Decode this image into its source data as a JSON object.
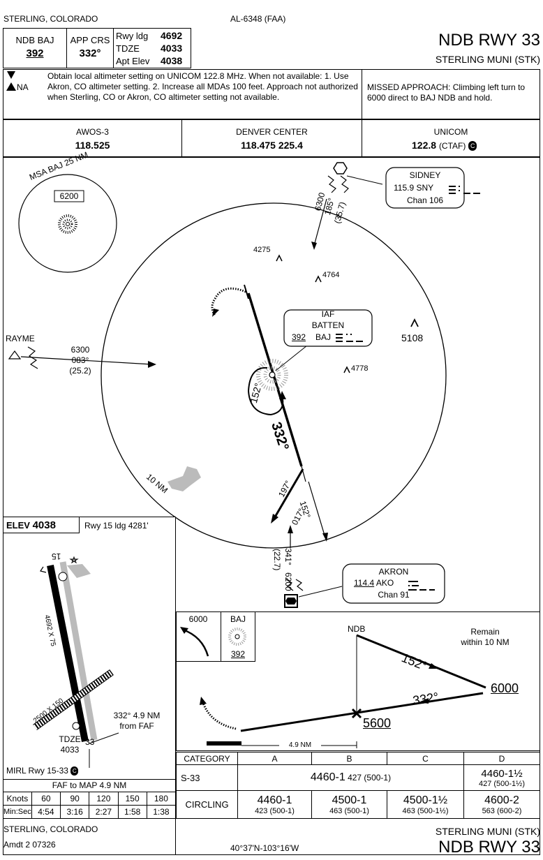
{
  "header": {
    "city_left": "STERLING, COLORADO",
    "procedure_id": "AL-6348 (FAA)",
    "ndb_label": "NDB  BAJ",
    "ndb_freq": "392",
    "app_crs_label": "APP CRS",
    "app_crs": "332°",
    "rwy_ldg_label": "Rwy ldg",
    "rwy_ldg": "4692",
    "tdze_label": "TDZE",
    "tdze": "4033",
    "apt_elev_label": "Apt Elev",
    "apt_elev": "4038",
    "title": "NDB RWY 33",
    "airport": "STERLING MUNI (STK)"
  },
  "notes": {
    "na_label": "NA",
    "text": "Obtain local altimeter setting on UNICOM 122.8 MHz.  When not available: 1. Use Akron, CO altimeter setting.  2. Increase all MDAs 100 feet. Approach not authorized when Sterling, CO or Akron, CO altimeter setting not available.",
    "missed": "MISSED APPROACH: Climbing left turn to 6000 direct to BAJ NDB and hold."
  },
  "comms": [
    {
      "name": "AWOS-3",
      "freq": "118.525"
    },
    {
      "name": "DENVER CENTER",
      "freq": "118.475  225.4"
    },
    {
      "name": "UNICOM",
      "freq": "122.8",
      "suffix": "(CTAF)"
    }
  ],
  "plan": {
    "msa_label": "MSA BAJ 25 NM",
    "msa_alt": "6200",
    "sidney_name": "SIDNEY",
    "sidney_line": "115.9  SNY",
    "sidney_chan": "Chan 106",
    "sidney_alt": "6300",
    "sidney_crs": "185°",
    "sidney_dist": "(35.7)",
    "obst_4275": "4275",
    "obst_4764": "4764",
    "obst_5108": "5108",
    "obst_4778": "4778",
    "iaf_label": "IAF",
    "iaf_name": "BATTEN",
    "iaf_freq": "392",
    "iaf_id": "BAJ",
    "rayme_name": "RAYME",
    "rayme_alt": "6300",
    "rayme_crs": "083°",
    "rayme_dist": "(25.2)",
    "hold_crs": "152°",
    "final_crs": "332°",
    "ring_label": "10 NM",
    "crs_197": "197°",
    "crs_017": "017°",
    "crs_152b": "152°",
    "akron_alt": "6200",
    "akron_crs": "341°",
    "akron_dist": "(22.7)",
    "akron_name": "AKRON",
    "akron_freq": "114.4",
    "akron_id": "AKO",
    "akron_chan": "Chan 91"
  },
  "airport_diagram": {
    "elev_label": "ELEV",
    "elev": "4038",
    "rwy15": "Rwy 15 ldg 4281'",
    "rwy_dims": "4692 X 75",
    "xrwy_dims": "2500 X 150",
    "rwy_end_15": "15",
    "rwy_end_33": "33",
    "tdze_label": "TDZE",
    "tdze": "4033",
    "faf_note_1": "332° 4.9 NM",
    "faf_note_2": "from FAF",
    "lighting": "MIRL Rwy 15-33"
  },
  "profile": {
    "alt_box": "6000",
    "hold_fix": "BAJ",
    "hold_freq": "392",
    "ndb_label": "NDB",
    "remain": "Remain",
    "within": "within 10 NM",
    "crs_outbound": "152°",
    "crs_inbound": "332°",
    "alt_6000": "6000",
    "alt_5600": "5600",
    "dist": "4.9 NM"
  },
  "timing": {
    "header": "FAF to MAP  4.9 NM",
    "knots_label": "Knots",
    "knots": [
      "60",
      "90",
      "120",
      "150",
      "180"
    ],
    "time_label": "Min:Sec",
    "times": [
      "4:54",
      "3:16",
      "2:27",
      "1:58",
      "1:38"
    ]
  },
  "minimums": {
    "category_label": "CATEGORY",
    "cats": [
      "A",
      "B",
      "C",
      "D"
    ],
    "s33_label": "S-33",
    "s33_abc_main": "4460-1",
    "s33_abc_sub": "427 (500-1)",
    "s33_d_main": "4460-1½",
    "s33_d_sub": "427 (500-1½)",
    "circling_label": "CIRCLING",
    "circling": [
      {
        "main": "4460-1",
        "sub": "423 (500-1)"
      },
      {
        "main": "4500-1",
        "sub": "463 (500-1)"
      },
      {
        "main": "4500-1½",
        "sub": "463 (500-1½)"
      },
      {
        "main": "4600-2",
        "sub": "563 (600-2)"
      }
    ]
  },
  "footer": {
    "city": "STERLING, COLORADO",
    "amdt": "Amdt 2  07326",
    "coords": "40°37'N-103°16'W",
    "airport": "STERLING MUNI (STK)",
    "title": "NDB RWY 33"
  }
}
